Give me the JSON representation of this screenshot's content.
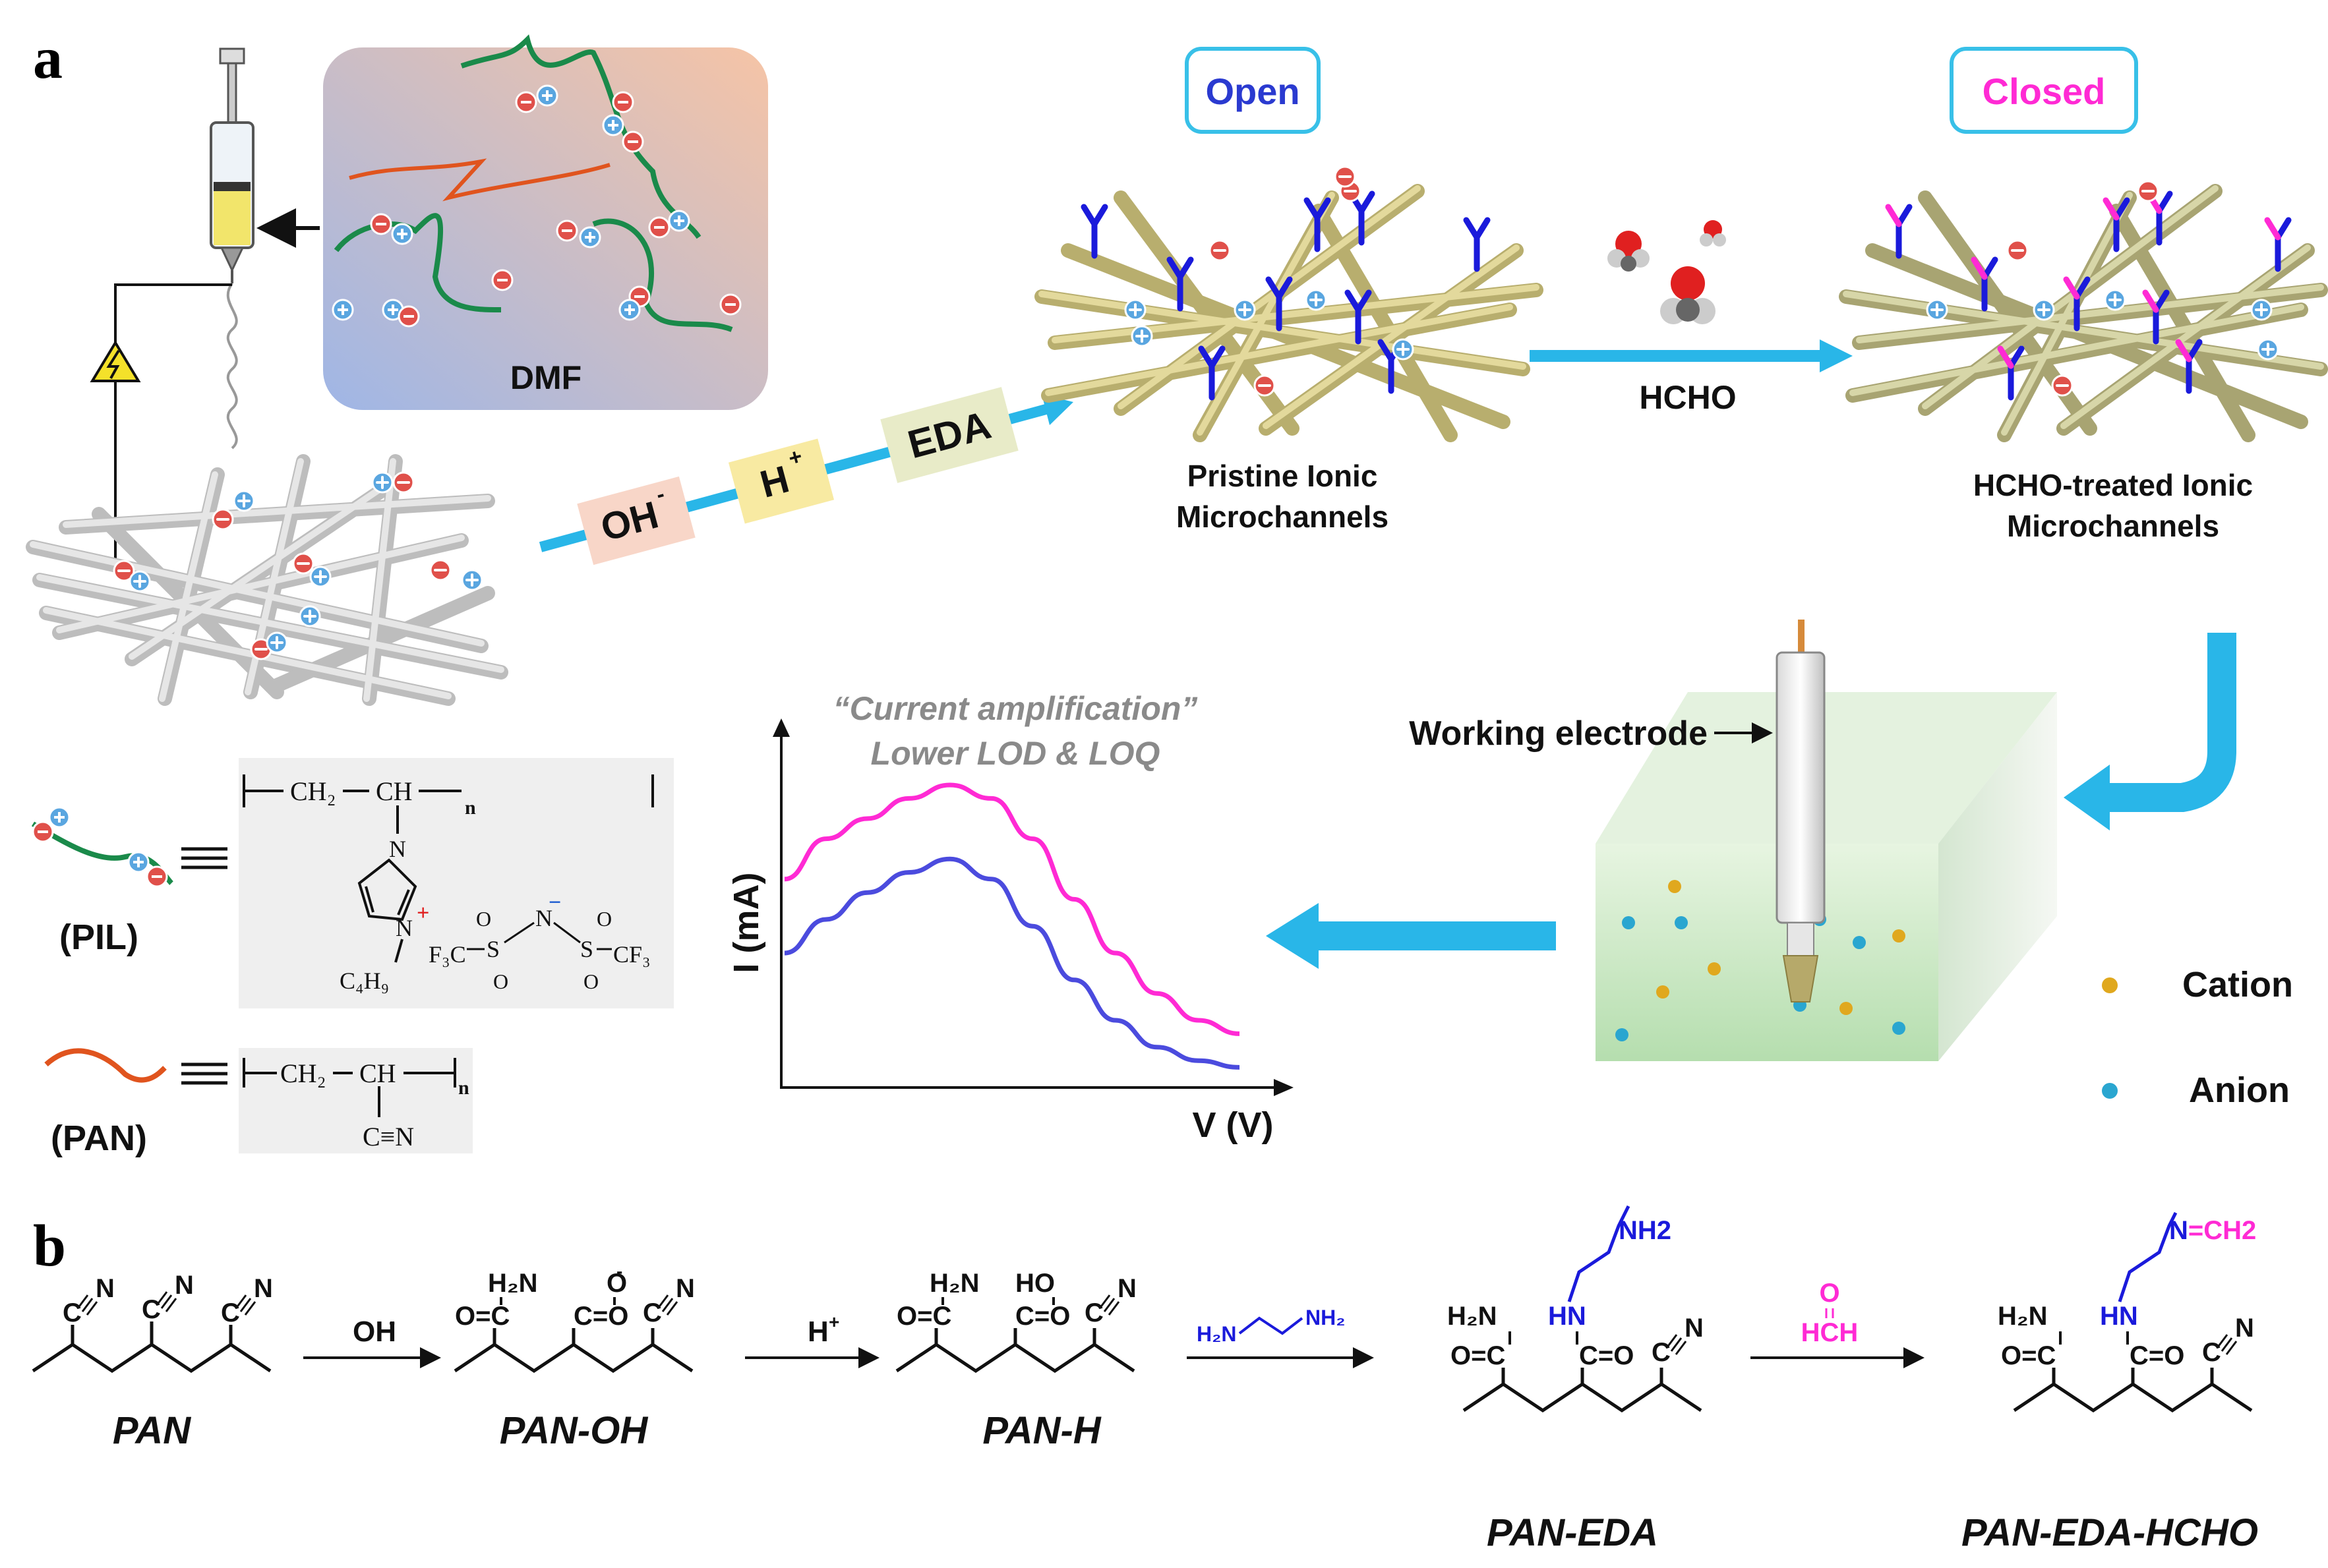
{
  "panels": {
    "a": {
      "letter": "a"
    },
    "b": {
      "letter": "b"
    }
  },
  "states": {
    "open": "Open",
    "closed": "Closed"
  },
  "labels": {
    "dmf": "DMF",
    "hcho_arrow": "HCHO",
    "pristine_line1": "Pristine Ionic",
    "pristine_line2": "Microchannels",
    "treated_line1": "HCHO-treated Ionic",
    "treated_line2": "Microchannels",
    "working_electrode": "Working electrode",
    "cation": "Cation",
    "anion": "Anion",
    "current_amp": "“Current amplification”",
    "lower_lod": "Lower LOD & LOQ",
    "y_axis": "I (mA)",
    "x_axis": "V (V)"
  },
  "treatment_steps": {
    "oh": "OH",
    "oh_sup": "-",
    "h": "H",
    "h_sup": "+",
    "eda": "EDA"
  },
  "polymers": {
    "pil": "(PIL)",
    "pan": "(PAN)",
    "ch2": "CH₂",
    "ch": "CH",
    "n": "n",
    "n_atom": "N",
    "c4h9": "C₄H₉",
    "f3c": "F₃C",
    "cf3": "CF₃",
    "s": "S",
    "o": "O",
    "cn": "C≡N",
    "plus": "+",
    "minus": "−"
  },
  "reaction": {
    "steps": [
      "PAN",
      "PAN-OH",
      "PAN-H",
      "PAN-EDA",
      "PAN-EDA-HCHO"
    ],
    "reagents": {
      "oh": "OH",
      "oh_sup": "-",
      "h": "H",
      "h_sup": "+",
      "eda_left": "H₂N",
      "eda_right": "NH₂",
      "hcho_o": "O",
      "hcho_c": "HCH"
    },
    "atoms": {
      "cn_c": "C",
      "cn_n": "N",
      "h2n": "H₂N",
      "o": "O",
      "oc": "O=C",
      "co": "C=O",
      "ho": "HO",
      "hn": "HN",
      "nh2": "NH2",
      "nch2": "N=CH2"
    }
  },
  "colors": {
    "cyan_arrow": "#29b6e8",
    "pink": "#ff2ad4",
    "blue": "#1a1adb",
    "fiber_gold": "#cfc58a",
    "fiber_gray": "#cfcfcf",
    "green_chain": "#1a8a4a",
    "orange_chain": "#e0541e"
  },
  "chart_data": {
    "type": "line",
    "title": "",
    "xlabel": "V (V)",
    "ylabel": "I (mA)",
    "annotation": [
      "“Current amplification”",
      "Lower LOD & LOQ"
    ],
    "series": [
      {
        "color": "#ff2ad4",
        "values": [
          0.62,
          0.74,
          0.8,
          0.86,
          0.9,
          0.86,
          0.74,
          0.56,
          0.4,
          0.28,
          0.2,
          0.16
        ]
      },
      {
        "color": "#4b4bde",
        "values": [
          0.4,
          0.5,
          0.58,
          0.64,
          0.68,
          0.62,
          0.48,
          0.32,
          0.2,
          0.12,
          0.08,
          0.06
        ]
      }
    ]
  }
}
